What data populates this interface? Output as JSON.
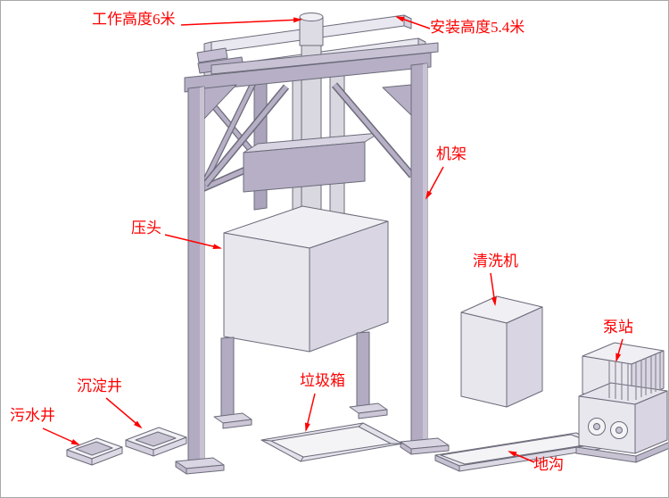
{
  "diagram": {
    "labels": {
      "working_height": "工作高度6米",
      "install_height": "安装高度5.4米",
      "frame": "机架",
      "press_head": "压头",
      "washer": "清洗机",
      "pump_station": "泵站",
      "sediment_well": "沉淀井",
      "sewage_well": "污水井",
      "garbage_bin": "垃圾箱",
      "trench": "地沟"
    },
    "colors": {
      "annotation": "#ff0000",
      "frame_fill": "#b3abc2",
      "panel_front": "#e8e7ee",
      "panel_top": "#f0eff4",
      "panel_side": "#d9d5e3",
      "edge": "#6b6b7a",
      "background": "#ffffff"
    }
  }
}
